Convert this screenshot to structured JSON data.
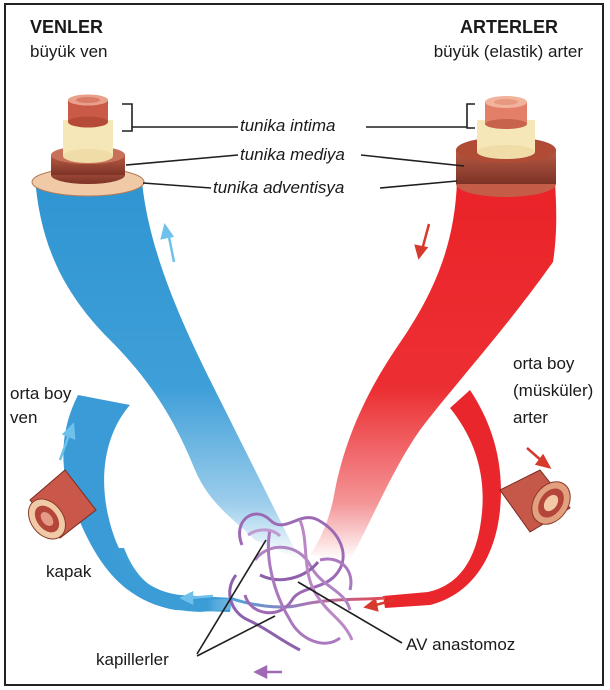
{
  "left": {
    "title": "VENLER",
    "subtitle": "büyük ven",
    "mid_line1": "orta boy",
    "mid_line2": "ven",
    "valve": "kapak"
  },
  "right": {
    "title": "ARTERLER",
    "subtitle": "büyük (elastik) arter",
    "mid_line1": "orta boy",
    "mid_line2": "(müsküler)",
    "mid_line3": "arter"
  },
  "layers": {
    "intima": "tunika intima",
    "media": "tunika mediya",
    "adventitia": "tunika adventisya"
  },
  "bottom": {
    "capillaries": "kapillerler",
    "anastomosis": "AV anastomoz"
  },
  "colors": {
    "vein": "#3a9fd6",
    "artery": "#e8262b",
    "capillary": "#a35aa0",
    "wall": "#a8483a"
  }
}
